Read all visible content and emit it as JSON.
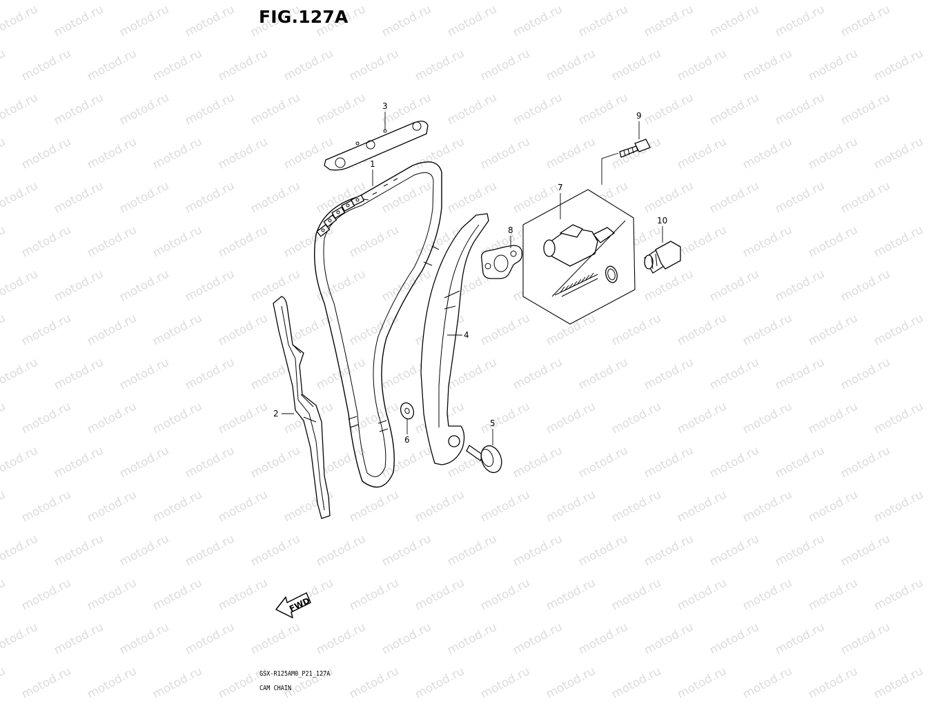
{
  "title": "FIG.127A",
  "watermark": "motod.ru",
  "fwd_label": "FWD",
  "footer": {
    "code": "GSX-R125AM0_P21_127A",
    "name": "CAM CHAIN"
  },
  "callouts": [
    "1",
    "2",
    "3",
    "4",
    "5",
    "6",
    "7",
    "8",
    "9",
    "10"
  ]
}
